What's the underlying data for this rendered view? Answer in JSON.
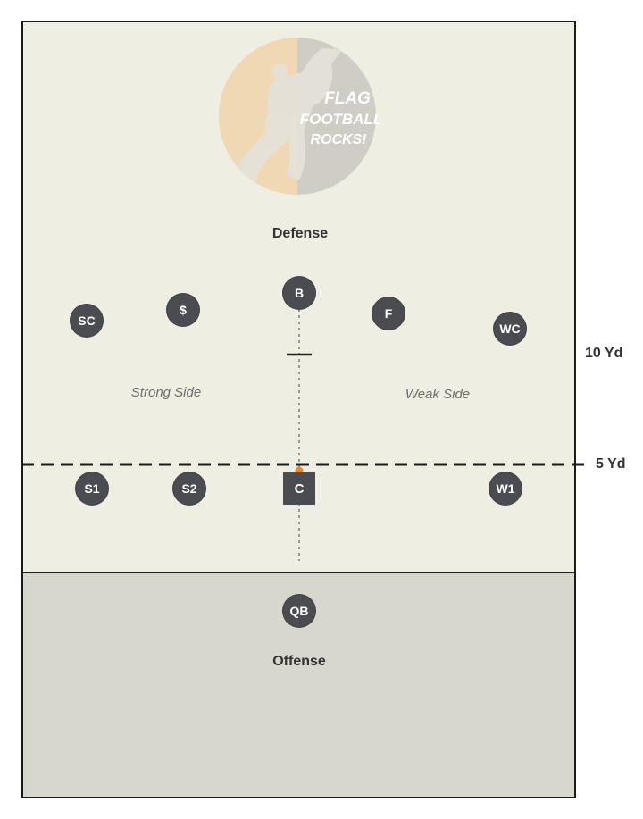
{
  "logo": {
    "line1": "FLAG",
    "line2": "FOOTBALL",
    "line3": "ROCKS!"
  },
  "labels": {
    "defense": "Defense",
    "offense": "Offense",
    "strong_side": "Strong Side",
    "weak_side": "Weak Side",
    "ten_yd": "10 Yd",
    "five_yd": "5 Yd"
  },
  "players": {
    "sc": "SC",
    "dollar": "$",
    "b": "B",
    "f": "F",
    "wc": "WC",
    "s1": "S1",
    "s2": "S2",
    "c": "C",
    "w1": "W1",
    "qb": "QB"
  },
  "colors": {
    "defense_field": "#efeee2",
    "offense_field": "#d8d7cd",
    "player": "#4b4b52",
    "ball": "#e8882c"
  }
}
